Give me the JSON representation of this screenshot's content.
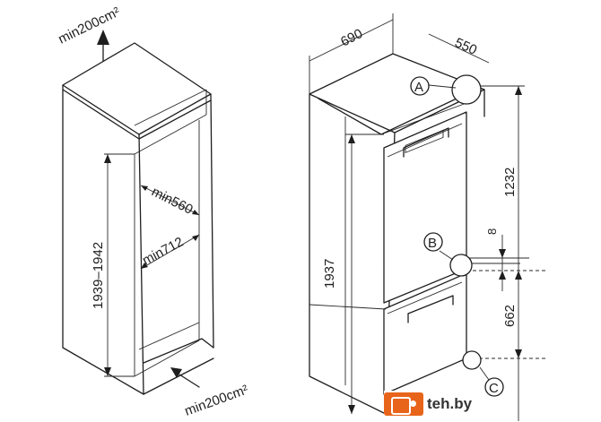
{
  "left_view": {
    "top_vent": "min200cm²",
    "bottom_vent": "min200cm²",
    "depth": "min560",
    "width": "min712",
    "height": "1939–1942"
  },
  "right_view": {
    "width": "690",
    "depth": "550",
    "total_height": "1937",
    "upper_height": "1232",
    "gap": "8",
    "lower_height": "662",
    "marker_a": "A",
    "marker_b": "B",
    "marker_c": "C"
  },
  "badge": {
    "text": "teh.by",
    "brand_color": "#e8641b"
  }
}
